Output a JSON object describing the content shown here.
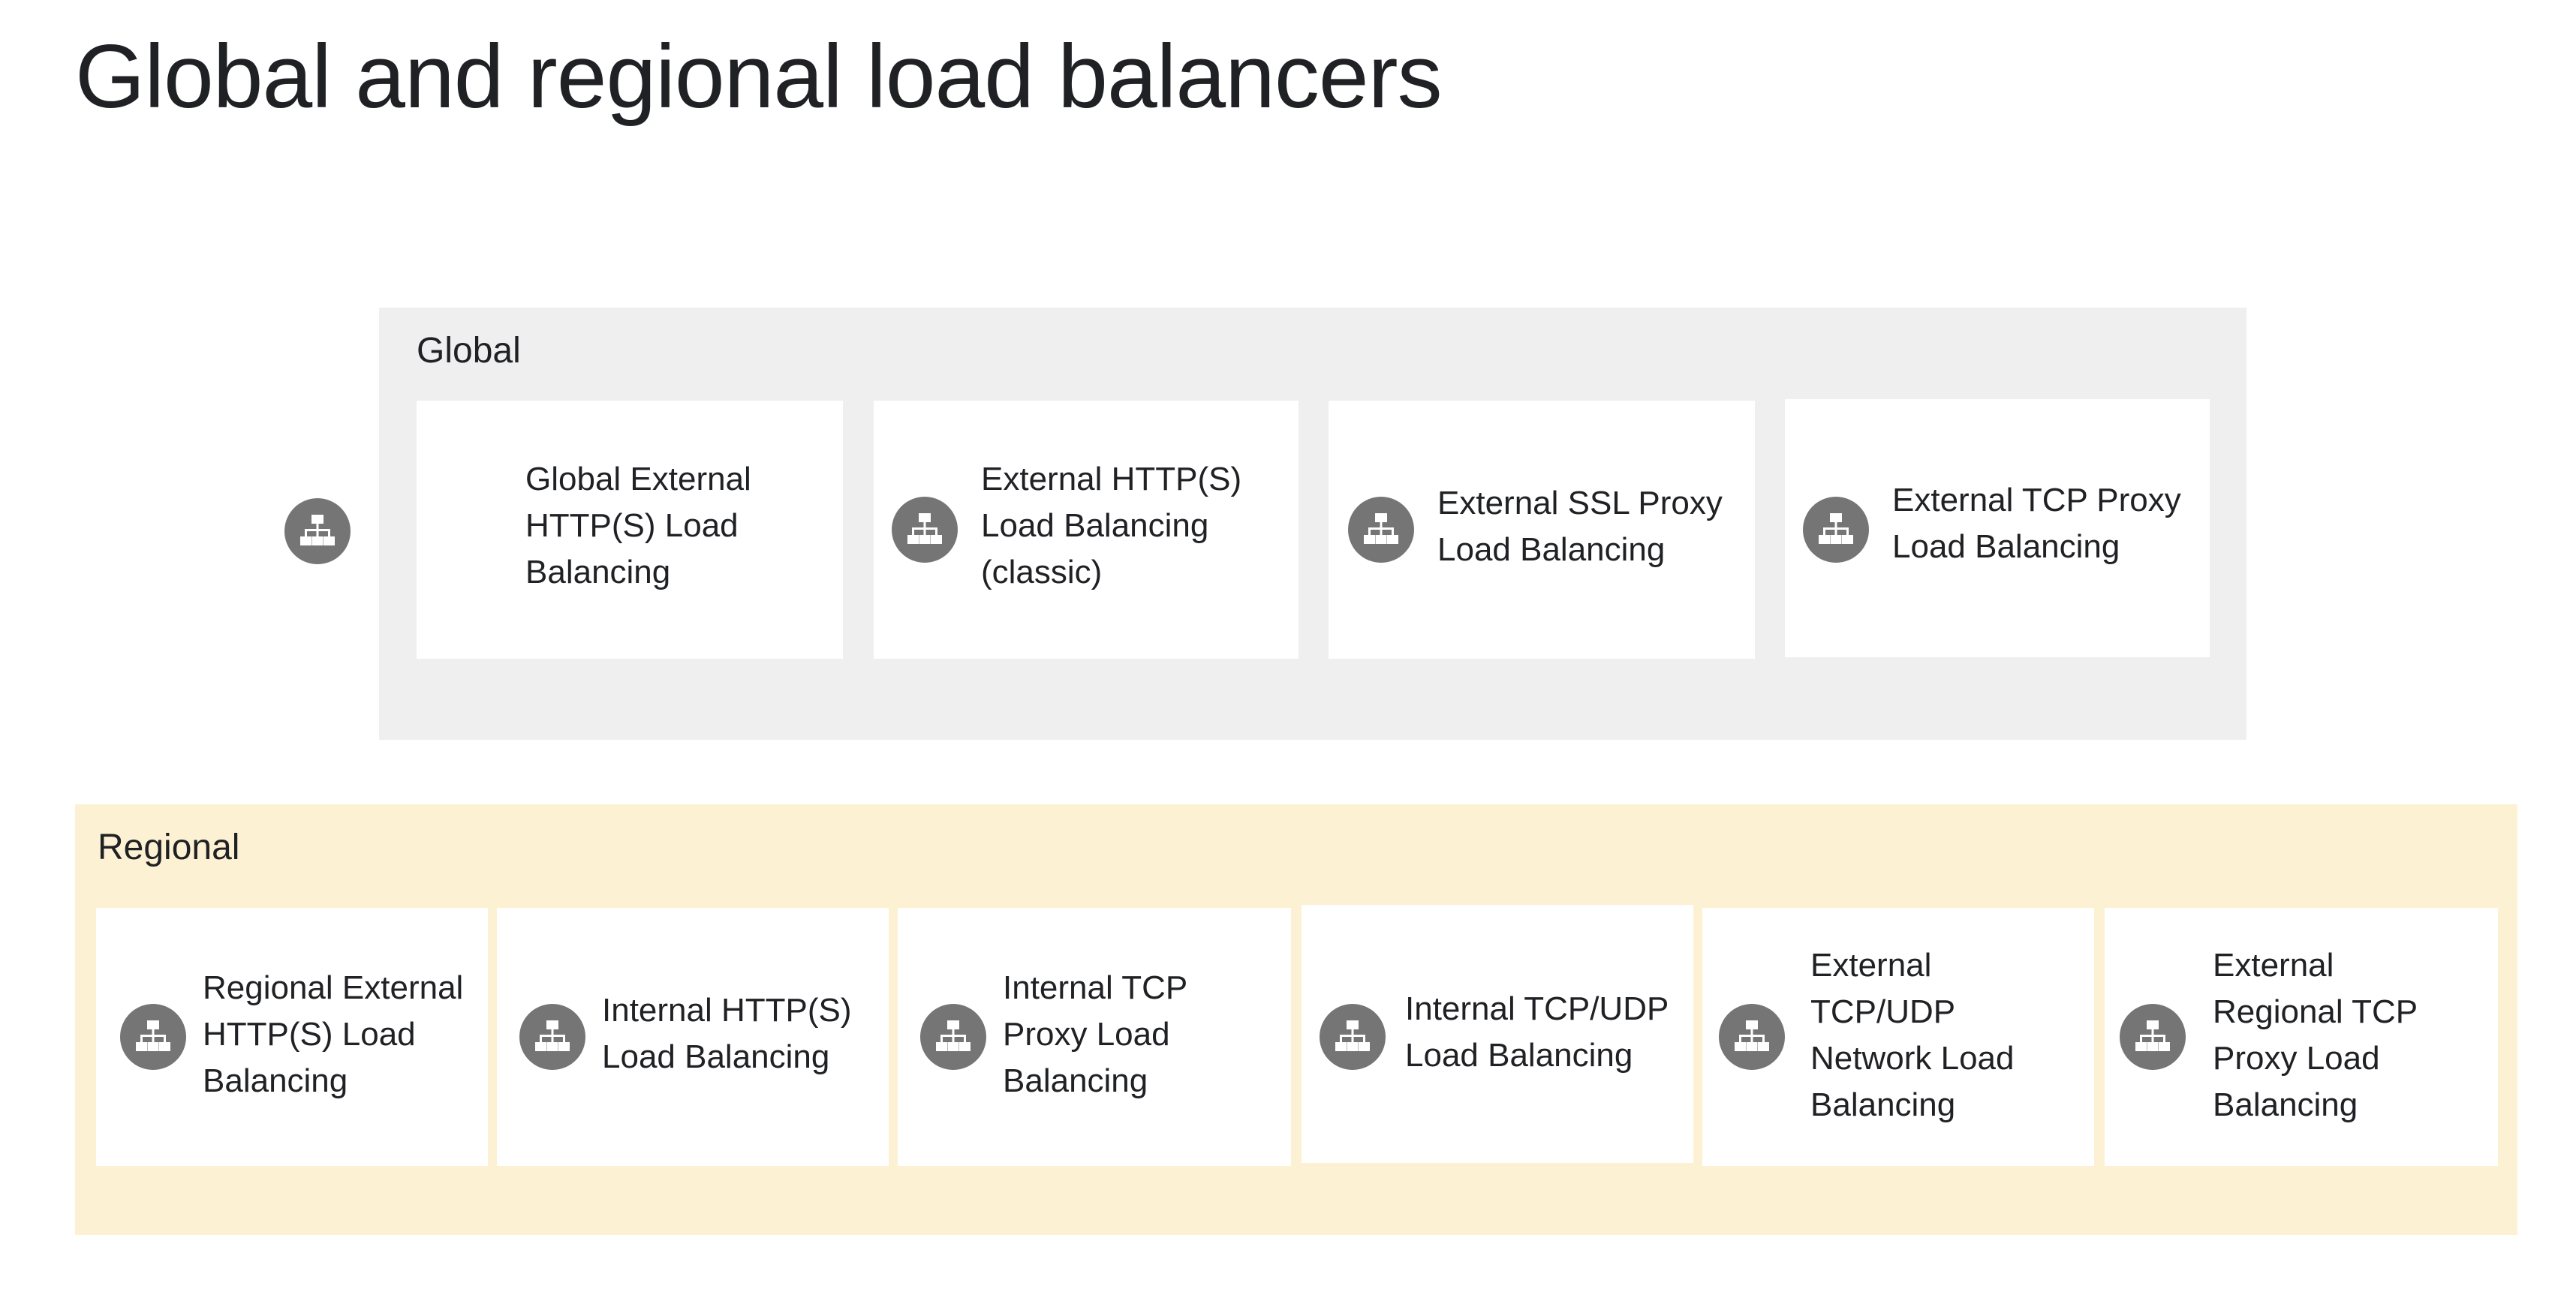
{
  "title": "Global and regional load balancers",
  "icon_name": "load-balancing-icon",
  "colors": {
    "global_panel": "#efefef",
    "regional_panel": "#fdf1d3",
    "card": "#ffffff",
    "icon": "#757575",
    "text": "#202124"
  },
  "global": {
    "label": "Global",
    "items": [
      {
        "text": "Global External HTTP(S) Load Balancing"
      },
      {
        "text": "External HTTP(S) Load Balancing (classic)"
      },
      {
        "text": "External SSL Proxy Load Balancing"
      },
      {
        "text": "External TCP Proxy Load Balancing"
      }
    ]
  },
  "regional": {
    "label": "Regional",
    "items": [
      {
        "text": "Regional External HTTP(S) Load Balancing"
      },
      {
        "text": "Internal HTTP(S) Load Balancing"
      },
      {
        "text": "Internal TCP Proxy Load Balancing"
      },
      {
        "text": "Internal TCP/UDP Load Balancing"
      },
      {
        "text": "External TCP/UDP Network Load Balancing"
      },
      {
        "text": "External Regional TCP Proxy Load Balancing"
      }
    ]
  }
}
